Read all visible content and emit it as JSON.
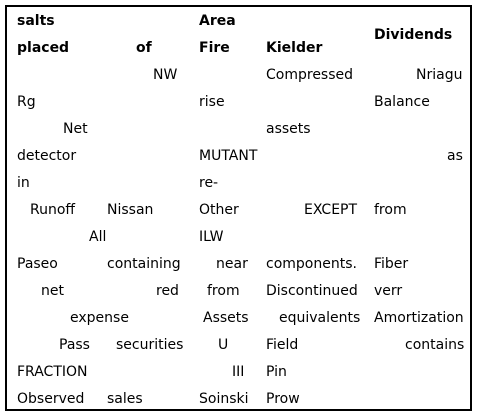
{
  "header": {
    "c1": [
      "salts",
      "placed",
      "of"
    ],
    "c2": [
      "Area",
      "Fire"
    ],
    "c3": [
      "Kielder"
    ],
    "c4": [
      "Dividends"
    ]
  },
  "rows": [
    [
      "",
      "NW",
      "",
      "Compressed",
      "Nriagu"
    ],
    [
      "Rg",
      "",
      "rise",
      "",
      "Balance"
    ],
    [
      "Net",
      "",
      "",
      "assets",
      ""
    ],
    [
      "detector",
      "",
      "MUTANT",
      "",
      "as"
    ],
    [
      "in",
      "",
      "re-",
      "",
      ""
    ],
    [
      "Runoff",
      "Nissan",
      "Other",
      "EXCEPT",
      "from"
    ],
    [
      "All",
      "",
      "ILW",
      "",
      ""
    ],
    [
      "Paseo",
      "containing",
      "near",
      "components.",
      "Fiber"
    ],
    [
      "net",
      "red",
      "from",
      "Discontinued",
      "verr"
    ],
    [
      "expense",
      "",
      "Assets",
      "equivalents",
      "Amortization"
    ],
    [
      "Pass",
      "securities",
      "U",
      "Field",
      "contains"
    ],
    [
      "FRACTION",
      "",
      "III",
      "Pin",
      ""
    ],
    [
      "Observed",
      "sales",
      "Soinski",
      "Prow",
      ""
    ]
  ]
}
